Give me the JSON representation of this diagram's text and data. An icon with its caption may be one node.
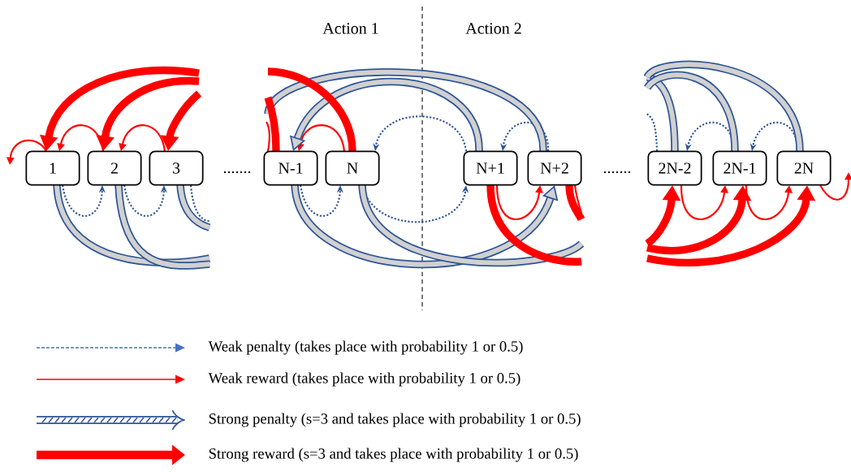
{
  "diagram": {
    "nodes": [
      {
        "text": [
          "1"
        ]
      },
      {
        "text": [
          "2"
        ]
      },
      {
        "text": [
          "3"
        ]
      },
      {
        "text": [
          "N-1"
        ]
      },
      {
        "text": [
          "N"
        ]
      },
      {
        "text": [
          "N+1"
        ]
      },
      {
        "text": [
          "N+2"
        ]
      },
      {
        "text": [
          "2N-2"
        ]
      },
      {
        "text": [
          "2N-1"
        ]
      },
      {
        "text": [
          "2N"
        ]
      }
    ],
    "edges": [
      {
        "from": 0,
        "to": null,
        "arrow": "to",
        "color": "#ff0000"
      },
      {
        "from": 1,
        "to": 0,
        "arrow": "to",
        "color": "#ff0000"
      },
      {
        "from": 2,
        "to": 1,
        "arrow": "to",
        "color": "#ff0000"
      },
      {
        "from": 4,
        "to": 3,
        "arrow": "to",
        "color": "#ff0000"
      },
      {
        "from": null,
        "to": 3,
        "arrow": "none",
        "color": "#ff0000"
      },
      {
        "from": 5,
        "to": 6,
        "arrow": "to",
        "color": "#ff0000"
      },
      {
        "from": 7,
        "to": 8,
        "arrow": "to",
        "color": "#ff0000"
      },
      {
        "from": 8,
        "to": 9,
        "arrow": "to",
        "color": "#ff0000"
      },
      {
        "from": 9,
        "to": null,
        "arrow": "to",
        "color": "#ff0000"
      },
      {
        "from": 6,
        "to": null,
        "arrow": "none",
        "color": "#ff0000"
      },
      {
        "from": 0,
        "to": 1,
        "arrow": "to",
        "style": "dashed",
        "color": "#2f5597"
      },
      {
        "from": 1,
        "to": 2,
        "arrow": "to",
        "style": "dashed",
        "color": "#2f5597"
      },
      {
        "from": 2,
        "to": null,
        "arrow": "none",
        "style": "dashed",
        "color": "#2f5597"
      },
      {
        "from": 3,
        "to": 4,
        "arrow": "to",
        "style": "dashed",
        "color": "#2f5597"
      },
      {
        "from": 4,
        "to": 5,
        "arrow": "to",
        "style": "dashed",
        "color": "#2f5597"
      },
      {
        "from": 5,
        "to": 4,
        "arrow": "to",
        "style": "dashed",
        "color": "#2f5597"
      },
      {
        "from": 6,
        "to": 5,
        "arrow": "to",
        "style": "dashed",
        "color": "#2f5597"
      },
      {
        "from": 7,
        "to": null,
        "arrow": "none",
        "style": "dashed",
        "color": "#2f5597"
      },
      {
        "from": 8,
        "to": 7,
        "arrow": "to",
        "style": "dashed",
        "color": "#2f5597"
      },
      {
        "from": 9,
        "to": 8,
        "arrow": "to",
        "style": "dashed",
        "color": "#2f5597"
      },
      {
        "from": 0,
        "to": null,
        "arrow": "none",
        "style": "thick",
        "color": "#2f5597"
      },
      {
        "from": 1,
        "to": null,
        "arrow": "none",
        "style": "thick",
        "color": "#2f5597"
      },
      {
        "from": 2,
        "to": null,
        "arrow": "none",
        "style": "thick",
        "color": "#2f5597"
      },
      {
        "from": 3,
        "to": 6,
        "arrow": "to",
        "style": "thick",
        "color": "#2f5597"
      },
      {
        "from": 4,
        "to": null,
        "arrow": "none",
        "style": "thick",
        "color": "#2f5597"
      },
      {
        "from": 5,
        "to": 3,
        "arrow": "to",
        "style": "thick",
        "color": "#2f5597"
      },
      {
        "from": 6,
        "to": null,
        "arrow": "none",
        "style": "thick",
        "color": "#2f5597"
      },
      {
        "from": 7,
        "to": null,
        "arrow": "none",
        "style": "thick",
        "color": "#2f5597"
      },
      {
        "from": 8,
        "to": null,
        "arrow": "none",
        "style": "thick",
        "color": "#2f5597"
      },
      {
        "from": 9,
        "to": null,
        "arrow": "none",
        "style": "thick",
        "color": "#2f5597"
      },
      {
        "from": null,
        "to": 0,
        "arrow": "to",
        "style": "thick",
        "color": "#ff0000"
      },
      {
        "from": null,
        "to": 1,
        "arrow": "to",
        "style": "thick",
        "color": "#ff0000"
      },
      {
        "from": null,
        "to": 2,
        "arrow": "to",
        "style": "thick",
        "color": "#ff0000"
      },
      {
        "from": 3,
        "to": null,
        "arrow": "none",
        "style": "thick",
        "color": "#ff0000"
      },
      {
        "from": 4,
        "to": null,
        "arrow": "none",
        "style": "thick",
        "color": "#ff0000"
      },
      {
        "from": 5,
        "to": null,
        "arrow": "none",
        "style": "thick",
        "color": "#ff0000"
      },
      {
        "from": 6,
        "to": null,
        "arrow": "none",
        "style": "thick",
        "color": "#ff0000"
      },
      {
        "from": null,
        "to": 7,
        "arrow": "to",
        "style": "thick",
        "color": "#ff0000"
      },
      {
        "from": null,
        "to": 8,
        "arrow": "to",
        "style": "thick",
        "color": "#ff0000"
      },
      {
        "from": null,
        "to": 9,
        "arrow": "to",
        "style": "thick",
        "color": "#ff0000"
      }
    ],
    "labels": [
      "Action 1",
      "Action 2",
      ".......",
      "......."
    ],
    "legend": [
      {
        "text": "Weak penalty (takes place with probability 1 or 0.5)"
      },
      {
        "text": "Weak reward (takes place with probability 1 or 0.5)"
      },
      {
        "text": "Strong penalty (s=3 and takes place with probability 1 or 0.5)"
      },
      {
        "text": "Strong reward (s=3 and takes place with probability 1 or 0.5)"
      }
    ]
  }
}
